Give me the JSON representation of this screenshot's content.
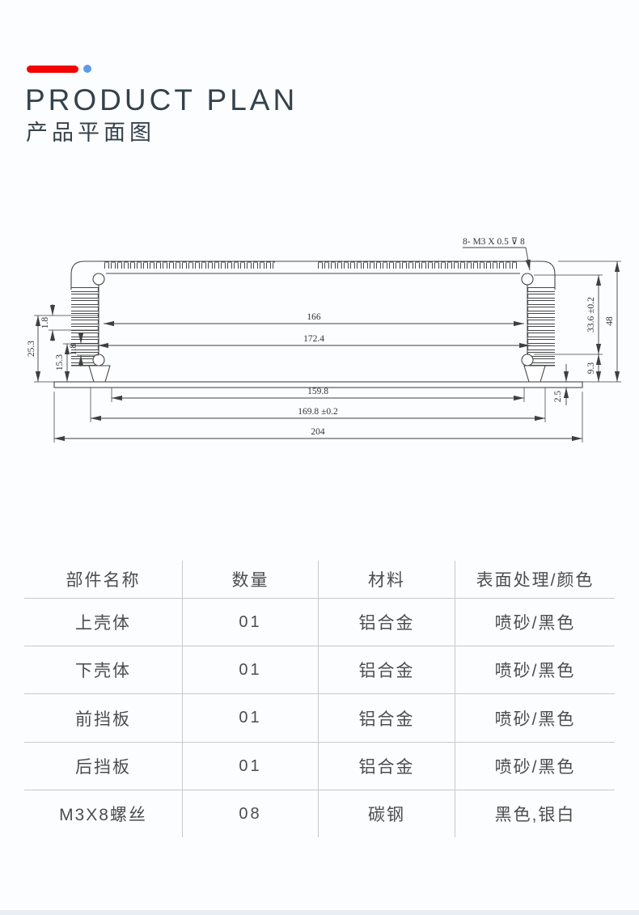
{
  "header": {
    "title": "PRODUCT PLAN",
    "subtitle": "产品平面图",
    "accent_bar_color": "#f40304",
    "accent_dot_color": "#5b9bea",
    "title_color": "#34424b"
  },
  "drawing": {
    "annotation": "8- M3 X 0.5 ⊽ 8",
    "dims": {
      "d166": "166",
      "d172_4": "172.4",
      "d159_8": "159.8",
      "d169_8": "169.8 ±0.2",
      "d204": "204",
      "d25_3": "25.3",
      "d1_8a": "1.8",
      "d15_3": "15.3",
      "d1_8b": "1.8",
      "d33_6": "33.6 ±0.2",
      "d48": "48",
      "d9_3": "9.3",
      "d2_5": "2.5"
    }
  },
  "table": {
    "headers": [
      "部件名称",
      "数量",
      "材料",
      "表面处理/颜色"
    ],
    "rows": [
      [
        "上壳体",
        "01",
        "铝合金",
        "喷砂/黑色"
      ],
      [
        "下壳体",
        "01",
        "铝合金",
        "喷砂/黑色"
      ],
      [
        "前挡板",
        "01",
        "铝合金",
        "喷砂/黑色"
      ],
      [
        "后挡板",
        "01",
        "铝合金",
        "喷砂/黑色"
      ],
      [
        "M3X8螺丝",
        "08",
        "碳钢",
        "黑色,银白"
      ]
    ]
  }
}
